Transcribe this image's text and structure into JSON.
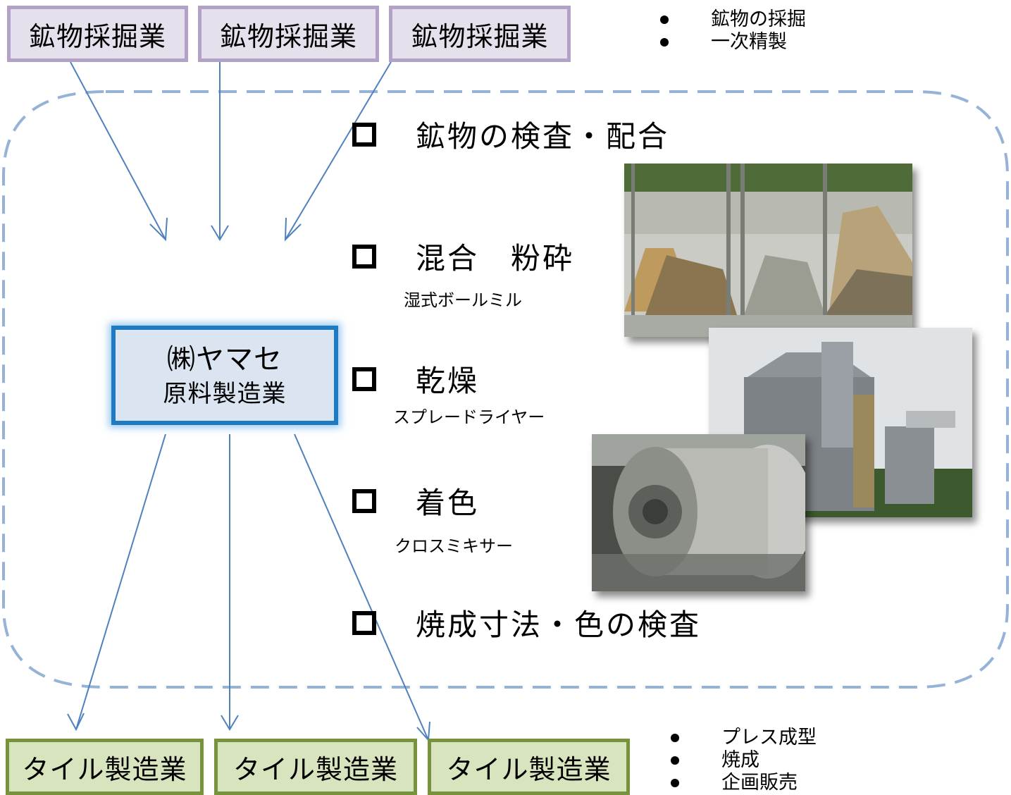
{
  "suppliers": [
    {
      "label": "鉱物採掘業"
    },
    {
      "label": "鉱物採掘業"
    },
    {
      "label": "鉱物採掘業"
    }
  ],
  "supplier_notes": [
    "鉱物の採掘",
    "一次精製"
  ],
  "company": {
    "line1": "㈱ヤマセ",
    "line2": "原料製造業"
  },
  "process_steps": [
    {
      "title": "鉱物の検査・配合",
      "sub": ""
    },
    {
      "title": "混合　粉砕",
      "sub": "湿式ボールミル"
    },
    {
      "title": "乾燥",
      "sub": "スプレードライヤー"
    },
    {
      "title": "着色",
      "sub": "クロスミキサー"
    },
    {
      "title": "焼成寸法・色の検査",
      "sub": ""
    }
  ],
  "customers": [
    {
      "label": "タイル製造業"
    },
    {
      "label": "タイル製造業"
    },
    {
      "label": "タイル製造業"
    }
  ],
  "customer_notes": [
    "プレス成型",
    "焼成",
    "企画販売"
  ],
  "colors": {
    "supplier_fill": "#e6e0ec",
    "supplier_border": "#b3a2c7",
    "customer_fill": "#d7e4bd",
    "customer_border": "#77933c",
    "center_fill": "#dbe5f1",
    "center_border": "#1f7ac2",
    "arrow": "#4f81bd",
    "dashed": "#95b3d7"
  }
}
